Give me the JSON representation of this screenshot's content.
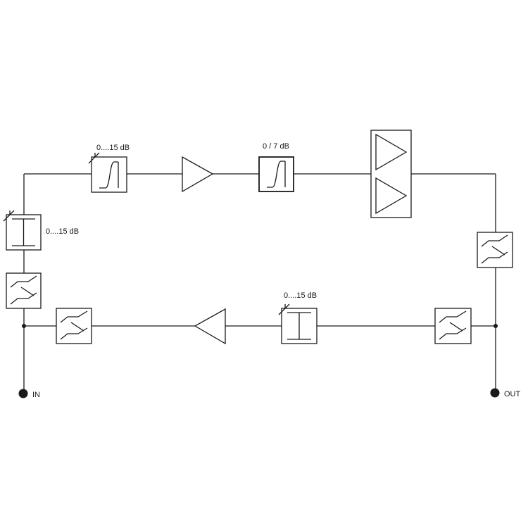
{
  "labels": {
    "in": "IN",
    "out": "OUT",
    "atten_upper_left": "0....15 dB",
    "eq_upper": "0....15 dB",
    "eq_fixed": "0 / 7 dB",
    "atten_lower": "0....15 dB"
  },
  "colors": {
    "line": "#1a1a1a",
    "background": "#ffffff"
  }
}
